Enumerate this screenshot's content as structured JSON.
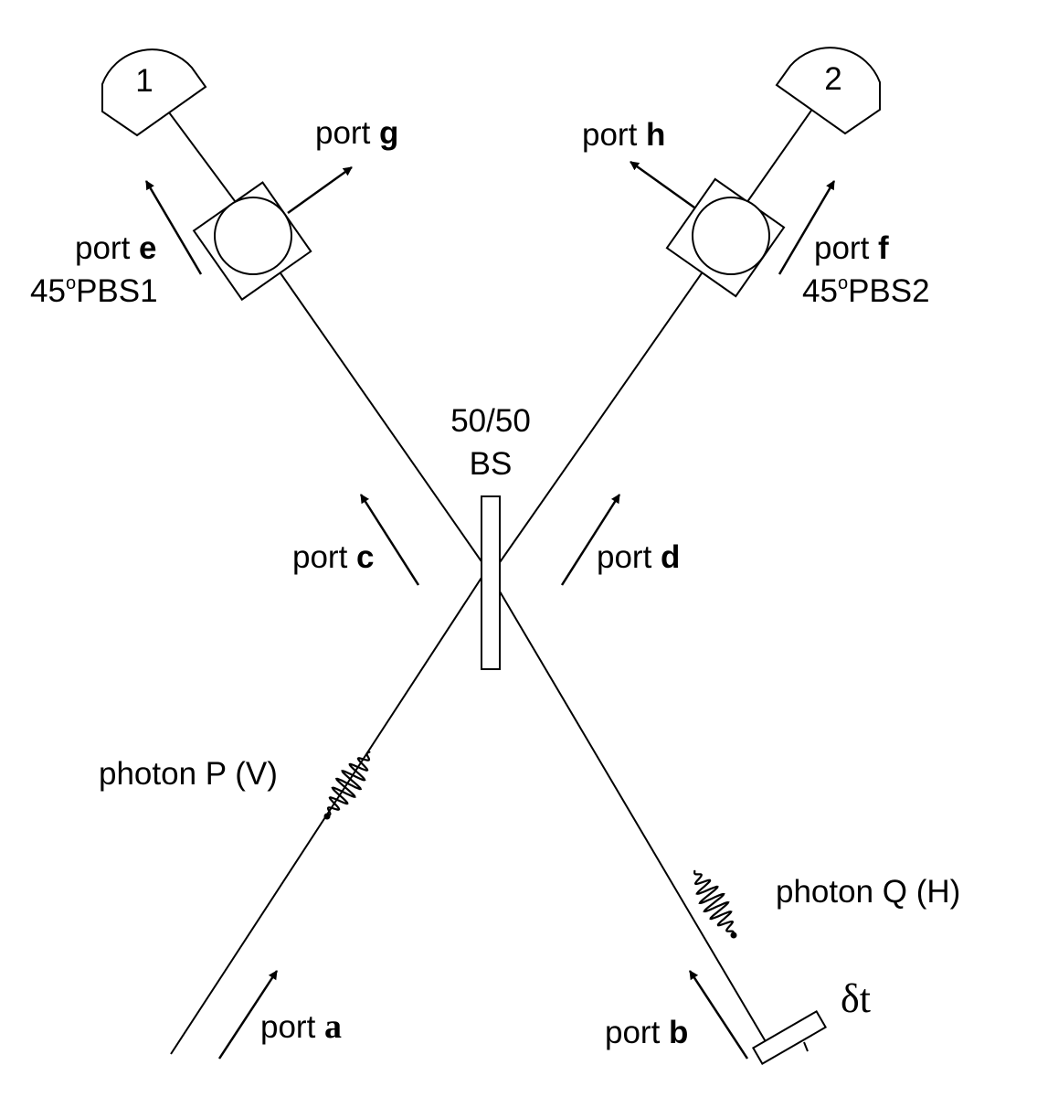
{
  "detectors": {
    "d1": "1",
    "d2": "2"
  },
  "ports": {
    "g": {
      "word": "port",
      "letter": "g"
    },
    "h": {
      "word": "port",
      "letter": "h"
    },
    "e": {
      "word": "port",
      "letter": "e"
    },
    "f": {
      "word": "port",
      "letter": "f"
    },
    "c": {
      "word": "port",
      "letter": "c"
    },
    "d": {
      "word": "port",
      "letter": "d"
    },
    "a": {
      "word": "port",
      "letter": "a"
    },
    "b": {
      "word": "port",
      "letter": "b"
    }
  },
  "pbs1": {
    "prefix": "45",
    "deg": "o",
    "name": "PBS1"
  },
  "pbs2": {
    "prefix": "45",
    "deg": "o",
    "name": "PBS2"
  },
  "beamsplitter": {
    "line1": "50/50",
    "line2": "BS"
  },
  "photon_p": "photon P (V)",
  "photon_q": "photon Q (H)",
  "delay": "δt"
}
